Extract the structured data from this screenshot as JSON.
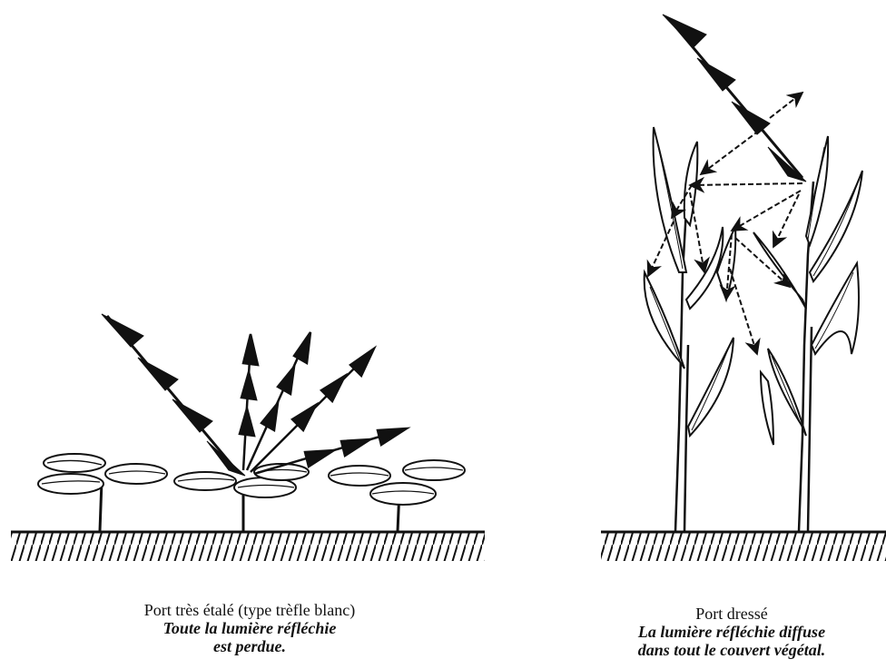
{
  "left_panel": {
    "title": "Port très étalé (type trèfle blanc)",
    "note_line1": "Toute la lumière réfléchie",
    "note_line2": "est perdue."
  },
  "right_panel": {
    "title": "Port dressé",
    "note_line1": "La lumière réfléchie diffuse",
    "note_line2": "dans tout le couvert végétal."
  },
  "colors": {
    "ink": "#111111",
    "paper": "#ffffff"
  }
}
